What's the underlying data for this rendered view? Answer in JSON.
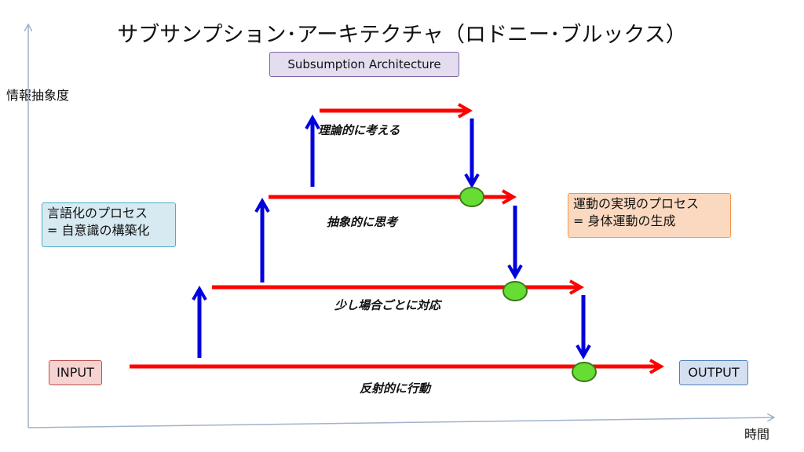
{
  "title": "サブサンプション･アーキテクチャ（ロドニー･ブルックス）",
  "subtitle": "Subsumption Architecture",
  "axes": {
    "y_label": "情報抽象度",
    "x_label": "時間"
  },
  "left_box": {
    "line1": "言語化のプロセス",
    "line2": "= 自意識の構築化"
  },
  "right_box": {
    "line1": "運動の実現のプロセス",
    "line2": "= 身体運動の生成"
  },
  "input_label": "INPUT",
  "output_label": "OUTPUT",
  "layers": [
    {
      "label": "反射的に行動"
    },
    {
      "label": "少し場合ごとに対応"
    },
    {
      "label": "抽象的に思考"
    },
    {
      "label": "理論的に考える"
    }
  ],
  "colors": {
    "layer_arrow": "#ff0000",
    "abstraction_arrow": "#0000dd",
    "node_fill": "#66dd33",
    "node_stroke": "#3a7a1a",
    "axis": "#9fb3cc"
  }
}
